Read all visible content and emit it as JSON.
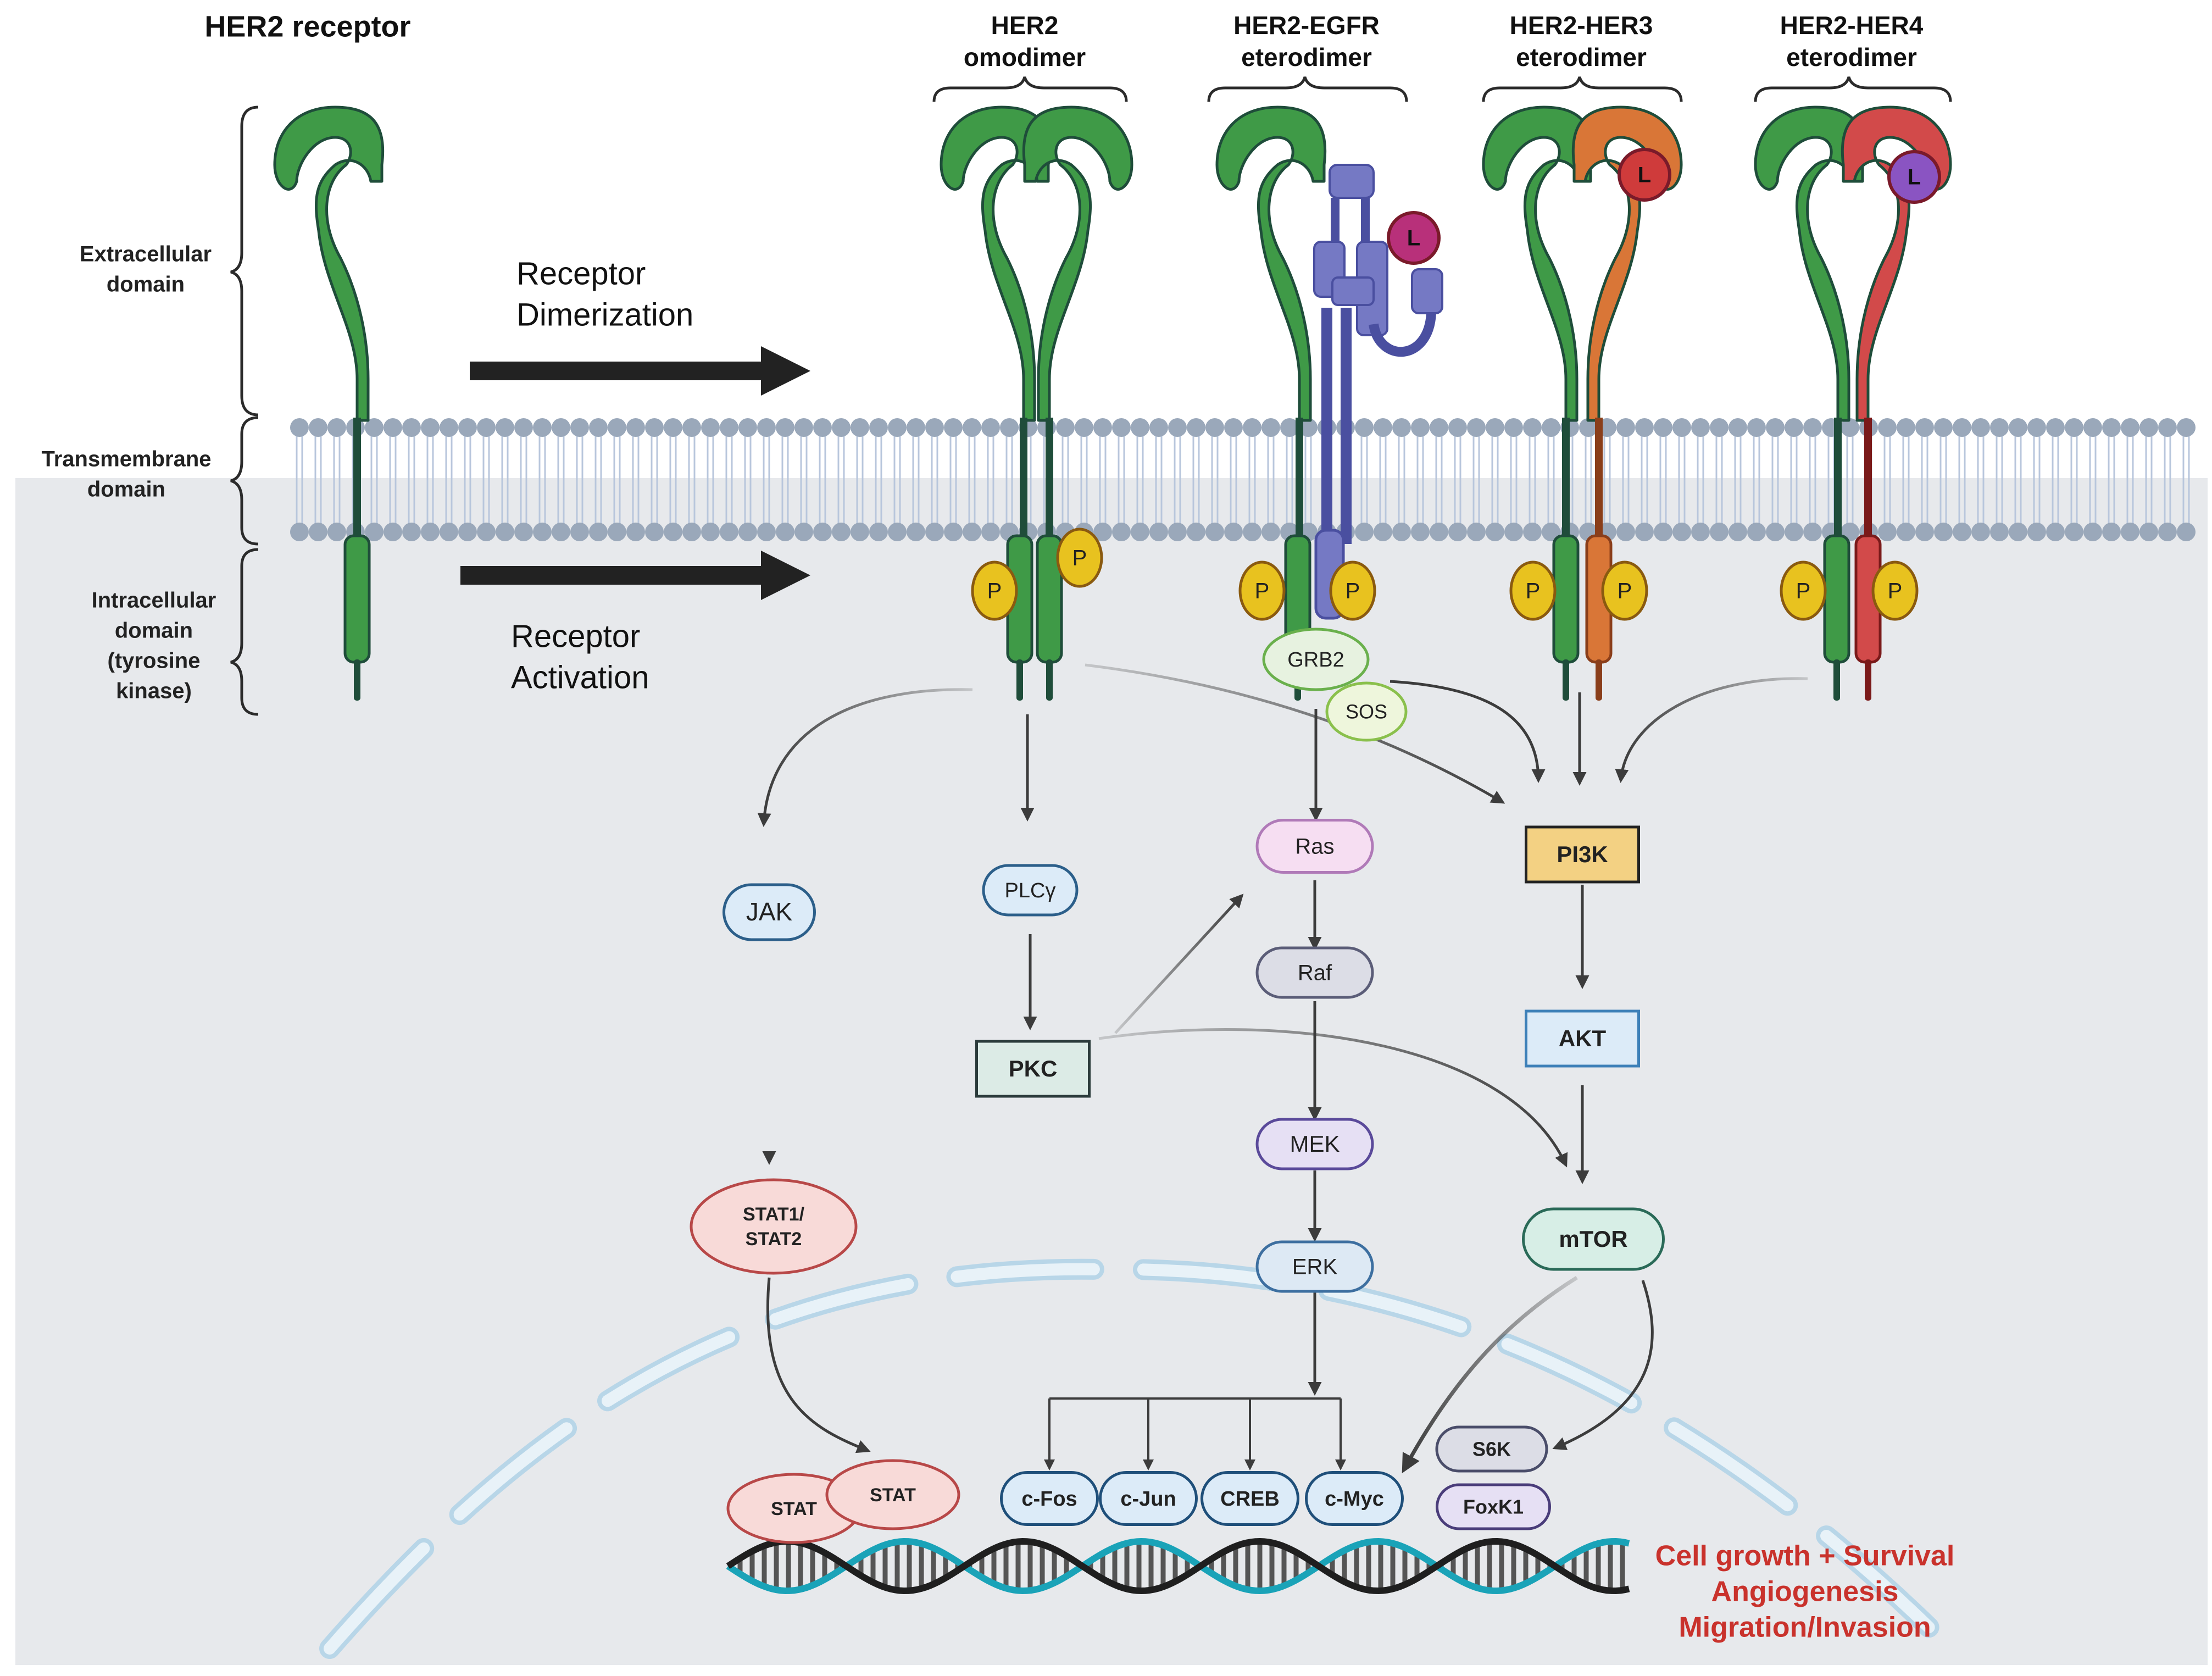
{
  "labels": {
    "her2_receptor": "HER2 receptor",
    "extracellular": [
      "Extracellular",
      "domain"
    ],
    "transmembrane": [
      "Transmembrane",
      "domain"
    ],
    "intracellular": [
      "Intracellular",
      "domain",
      "(tyrosine",
      "kinase)"
    ],
    "receptor_dimerization": [
      "Receptor",
      "Dimerization"
    ],
    "receptor_activation": [
      "Receptor",
      "Activation"
    ]
  },
  "dimers": [
    {
      "title": [
        "HER2",
        "omodimer"
      ]
    },
    {
      "title": [
        "HER2-EGFR",
        "eterodimer"
      ]
    },
    {
      "title": [
        "HER2-HER3",
        "eterodimer"
      ]
    },
    {
      "title": [
        "HER2-HER4",
        "eterodimer"
      ]
    }
  ],
  "ligand": "L",
  "phospho": "P",
  "nodes": {
    "grb2": "GRB2",
    "sos": "SOS",
    "ras": "Ras",
    "raf": "Raf",
    "mek": "MEK",
    "erk": "ERK",
    "pi3k": "PI3K",
    "akt": "AKT",
    "mtor": "mTOR",
    "jak": "JAK",
    "plcg": "PLCγ",
    "pkc": "PKC",
    "stat12": [
      "STAT1/",
      "STAT2"
    ],
    "stat_a": "STAT",
    "stat_b": "STAT",
    "cfos": "c-Fos",
    "cjun": "c-Jun",
    "creb": "CREB",
    "cmyc": "c-Myc",
    "s6k": "S6K",
    "foxk1": "FoxK1"
  },
  "outcomes": [
    "Cell growth + Survival",
    "Angiogenesis",
    "Migration/Invasion"
  ],
  "colors": {
    "her2": "#3f9a47",
    "her2_dark": "#1f4d3a",
    "egfr": "#7579c4",
    "her3": "#d97637",
    "her4": "#d24a4a",
    "phospho": "#e8c21f",
    "ligand_egfr": "#b8307a",
    "ligand_her3": "#cf3b3b",
    "ligand_her4": "#8a54c2",
    "membrane": "#9aa8ba",
    "cytoplasm": "#e7e9ec",
    "outcome": "#c9322c"
  }
}
